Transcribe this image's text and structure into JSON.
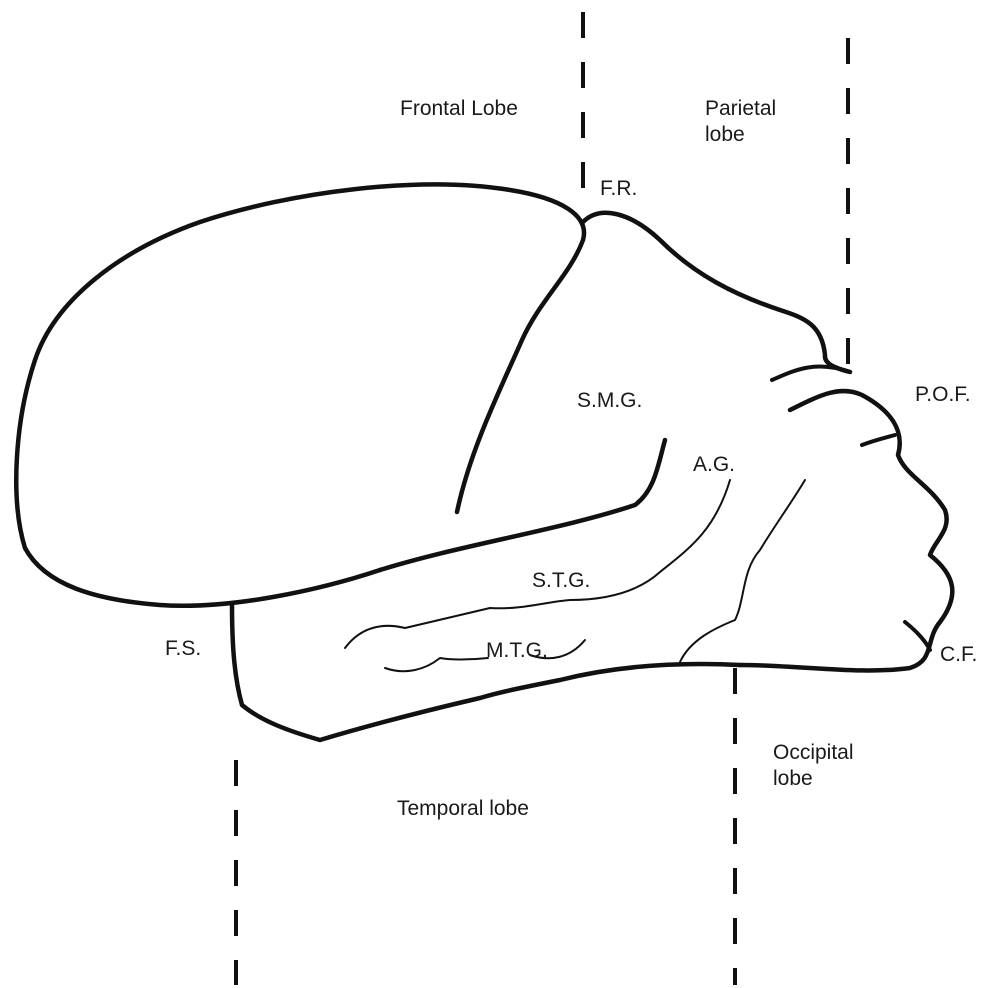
{
  "labels": {
    "frontal_lobe": "Frontal Lobe",
    "parietal_lobe_line1": "Parietal",
    "parietal_lobe_line2": "lobe",
    "fr": "F.R.",
    "smg": "S.M.G.",
    "pof": "P.O.F.",
    "ag": "A.G.",
    "stg": "S.T.G.",
    "mtg": "M.T.G.",
    "fs": "F.S.",
    "cf": "C.F.",
    "occipital_lobe_line1": "Occipital",
    "occipital_lobe_line2": "lobe",
    "temporal_lobe": "Temporal lobe"
  }
}
